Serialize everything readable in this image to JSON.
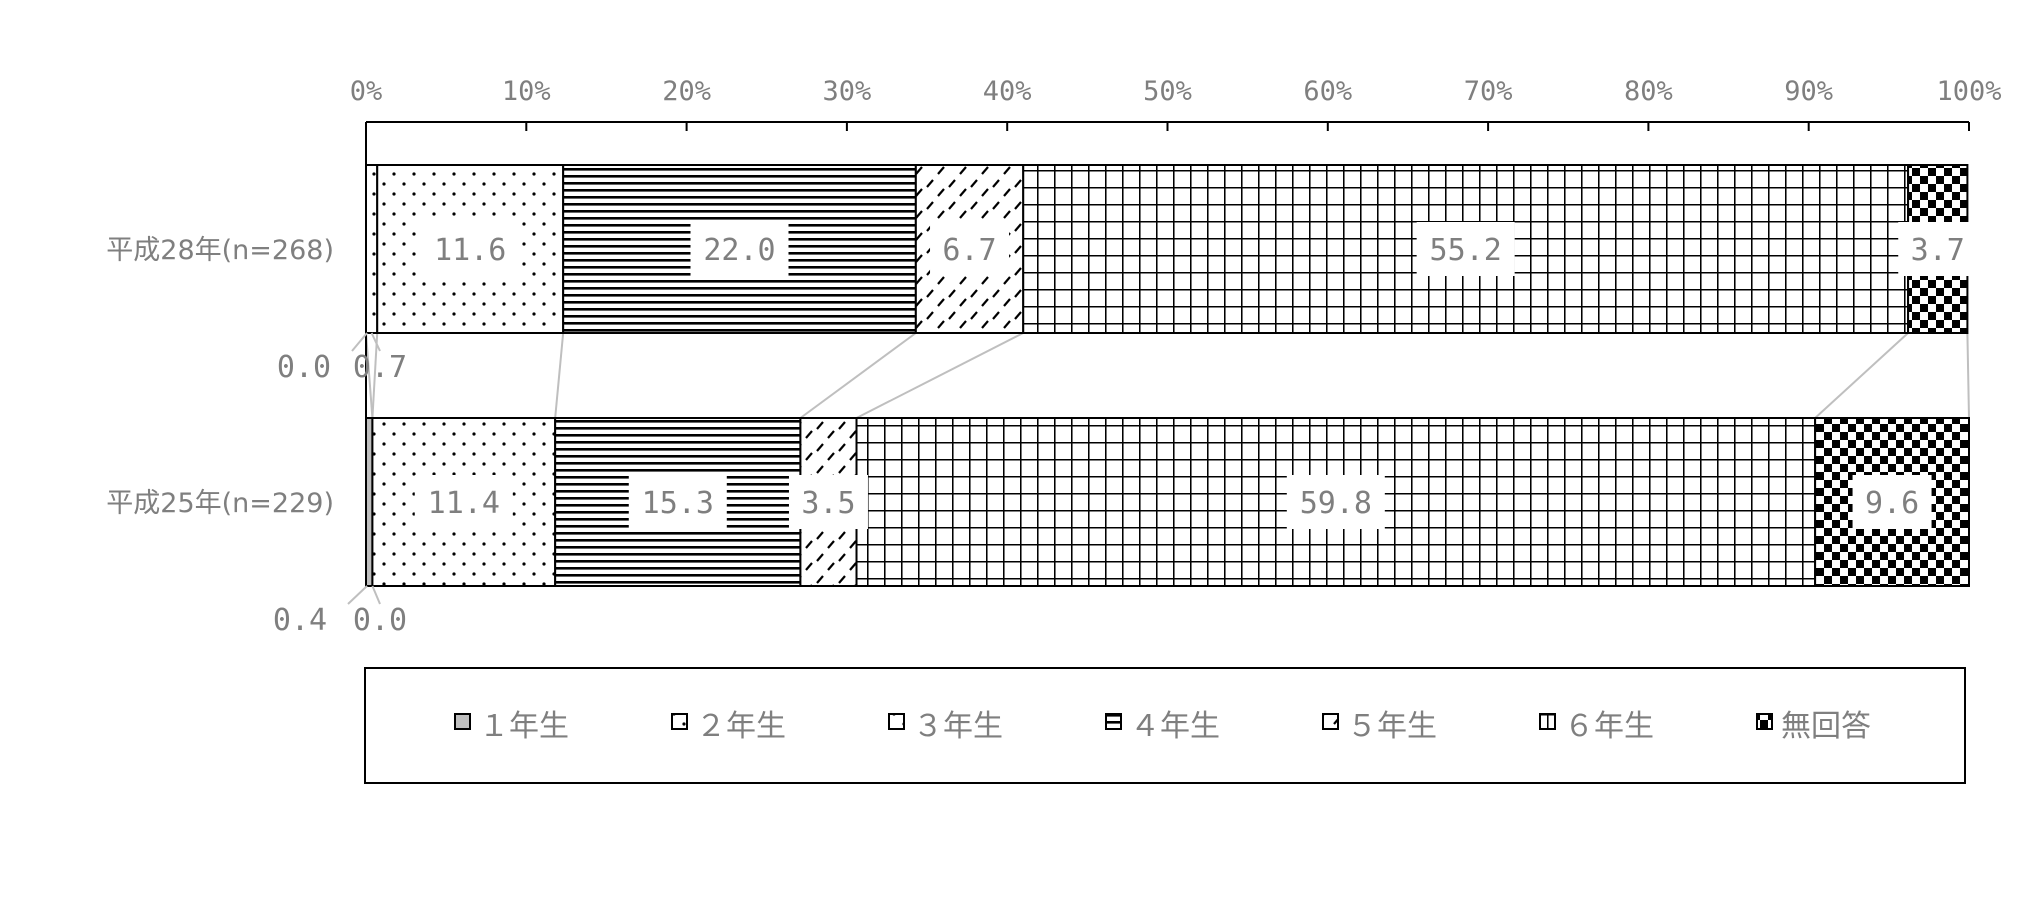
{
  "chart_data": {
    "type": "bar",
    "orientation": "horizontal",
    "stacked": "percent",
    "categories": [
      "平成28年(n=268)",
      "平成25年(n=229)"
    ],
    "series": [
      {
        "name": "１年生",
        "values": [
          0.0,
          0.4
        ],
        "pattern": "gray"
      },
      {
        "name": "２年生",
        "values": [
          0.7,
          0.0
        ],
        "pattern": "dots"
      },
      {
        "name": "３年生",
        "values": [
          11.6,
          11.4
        ],
        "pattern": "dots"
      },
      {
        "name": "４年生",
        "values": [
          22.0,
          15.3
        ],
        "pattern": "hlines"
      },
      {
        "name": "５年生",
        "values": [
          6.7,
          3.5
        ],
        "pattern": "dashes"
      },
      {
        "name": "６年生",
        "values": [
          55.2,
          59.8
        ],
        "pattern": "grid"
      },
      {
        "name": "無回答",
        "values": [
          3.7,
          9.6
        ],
        "pattern": "checker"
      }
    ],
    "data_labels": [
      [
        "0.0",
        "0.7",
        "11.6",
        "22.0",
        "6.7",
        "55.2",
        "3.7"
      ],
      [
        "0.4",
        "0.0",
        "11.4",
        "15.3",
        "3.5",
        "59.8",
        "9.6"
      ]
    ],
    "x_ticks": [
      "0%",
      "10%",
      "20%",
      "30%",
      "40%",
      "50%",
      "60%",
      "70%",
      "80%",
      "90%",
      "100%"
    ],
    "xlim": [
      0,
      100
    ],
    "axis_position": "top",
    "series_lines": true,
    "grid": false,
    "legend_position": "bottom",
    "colors": {
      "text": "#7f7f7f",
      "border": "#000000",
      "series_line": "#bfbfbf",
      "gray_fill": "#bfbfbf"
    }
  }
}
